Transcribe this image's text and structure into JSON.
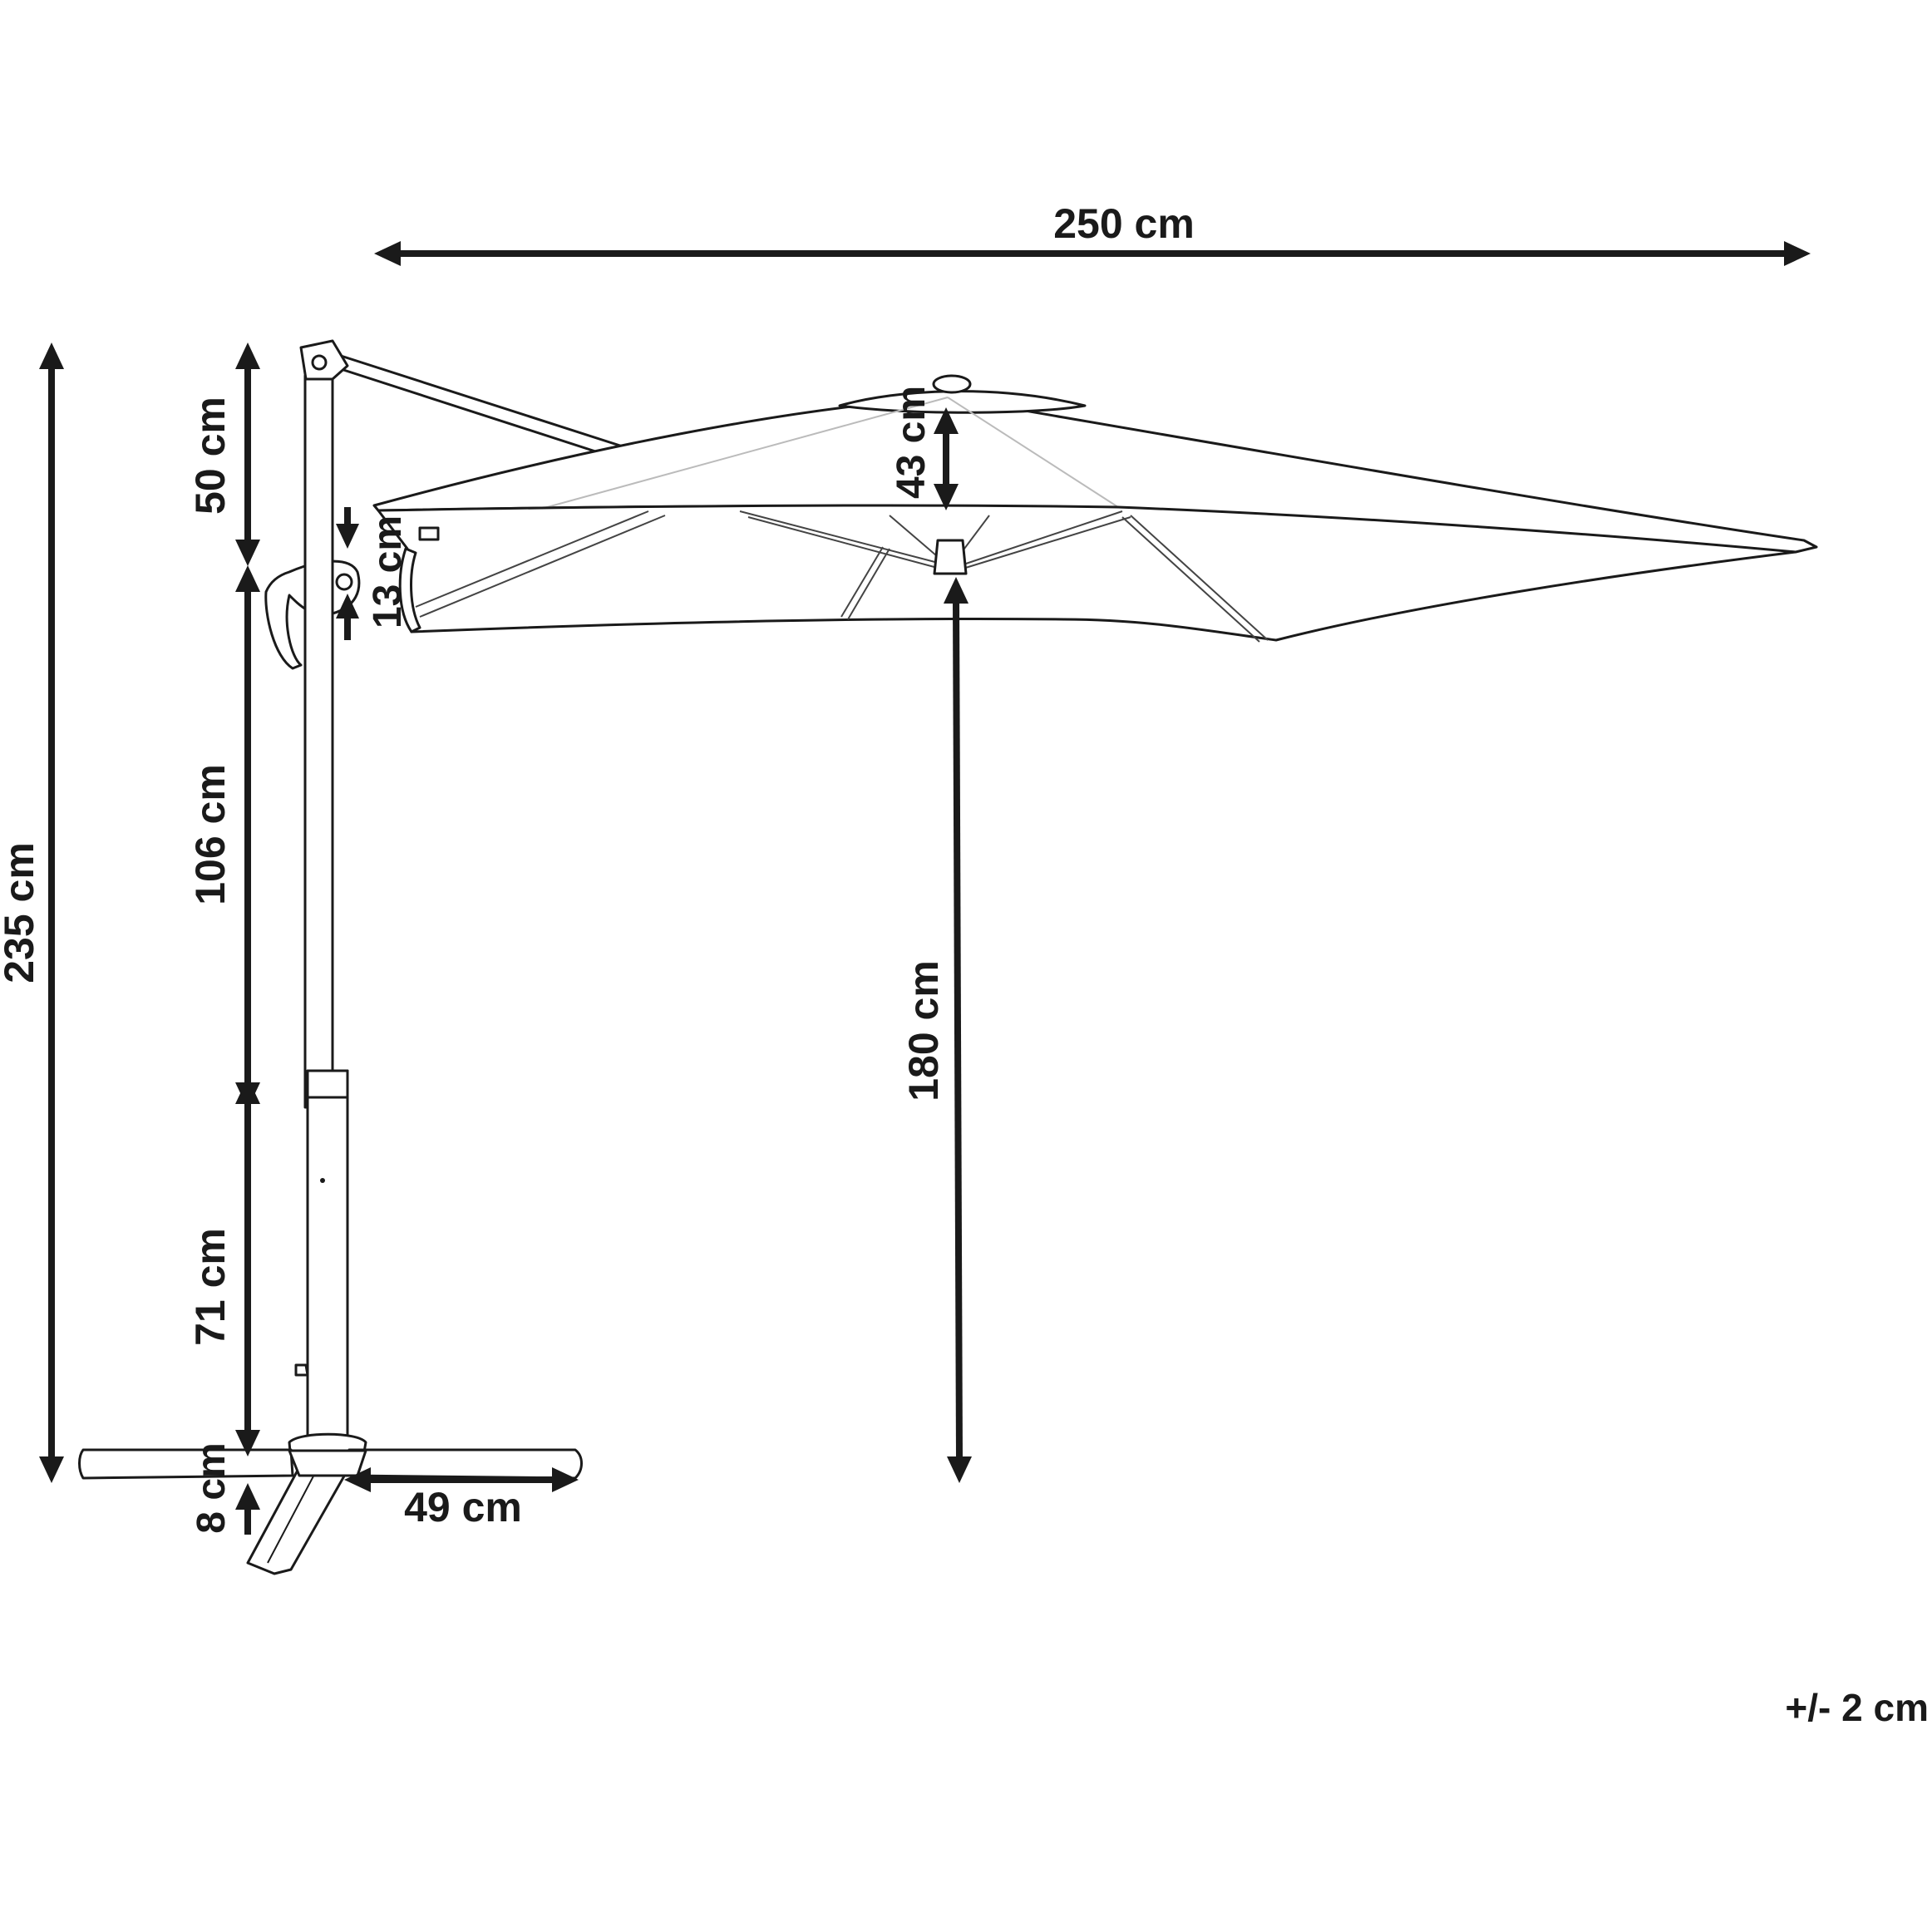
{
  "dimensions": {
    "canopy_width": "250 cm",
    "total_height": "235 cm",
    "top_section": "50 cm",
    "handle_gap": "13 cm",
    "pole_middle": "106 cm",
    "pole_lower": "71 cm",
    "base_height": "8 cm",
    "base_arm": "49 cm",
    "canopy_depth": "43 cm",
    "clearance": "180 cm"
  },
  "tolerance": "+/- 2 cm",
  "colors": {
    "ink": "#1a1a1a",
    "background": "#ffffff"
  }
}
